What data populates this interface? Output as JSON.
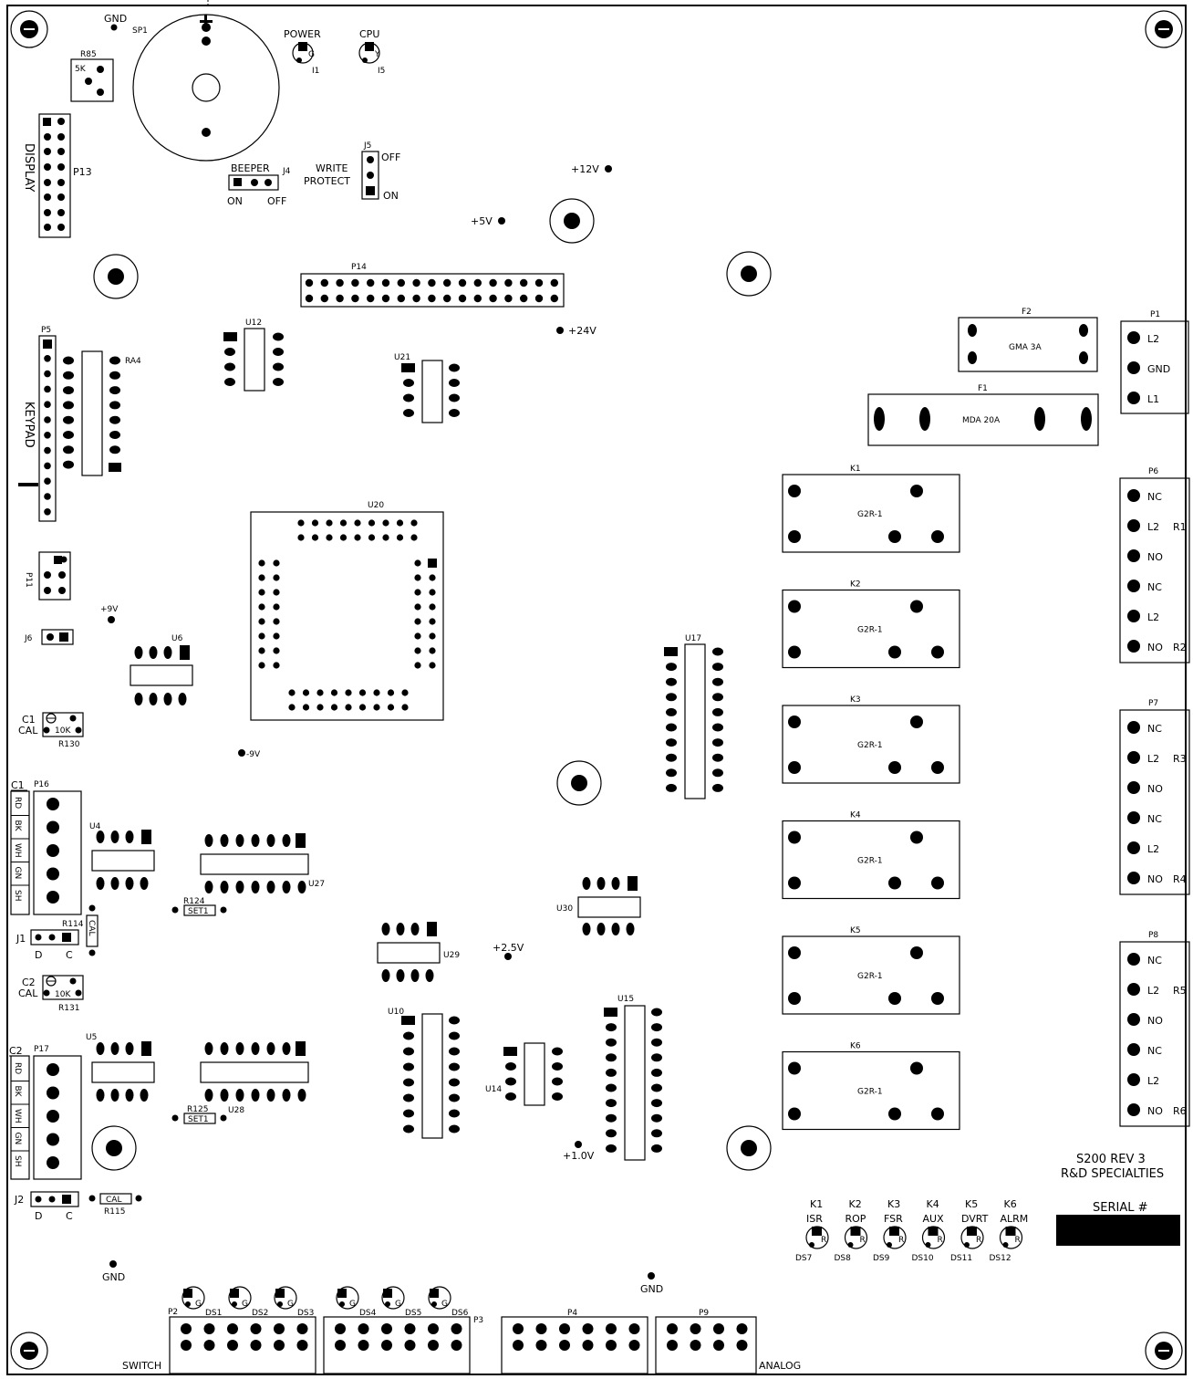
{
  "board": {
    "title_line1": "S200 REV 3",
    "title_line2": "R&D SPECIALTIES",
    "serial_label": "SERIAL #"
  },
  "top": {
    "gnd_top": "GND",
    "sp1": "SP1",
    "r85": "R85",
    "r85_val": "5K",
    "power": "POWER",
    "power_led": "G",
    "power_id": "I1",
    "cpu": "CPU",
    "cpu_led": "Y",
    "cpu_id": "I5",
    "display": "DISPLAY",
    "p13": "P13",
    "beeper": "BEEPER",
    "j4": "J4",
    "beeper_on": "ON",
    "beeper_off": "OFF",
    "write": "WRITE",
    "protect": "PROTECT",
    "j5": "J5",
    "j5_off": "OFF",
    "j5_on": "ON",
    "v12": "+12V",
    "v5": "+5V",
    "p14": "P14",
    "v24": "+24V"
  },
  "left": {
    "p5": "P5",
    "ra4": "RA4",
    "keypad": "KEYPAD",
    "u12": "U12",
    "u21": "U21",
    "p11": "P11",
    "v9p": "+9V",
    "j6": "J6",
    "u6": "U6",
    "c1": "C1",
    "cal": "CAL",
    "r130_val": "10K",
    "r130": "R130",
    "v9n": "-9V",
    "u20": "U20",
    "c1_hdr": "C1",
    "p16": "P16",
    "p16_pins": [
      "RD",
      "BK",
      "WH",
      "GN",
      "SH"
    ],
    "u4": "U4",
    "u27": "U27",
    "r124": "R124",
    "set1": "SET1",
    "j1": "J1",
    "r114": "R114",
    "cal_v": "CAL",
    "j1_d": "D",
    "j1_c": "C",
    "c2": "C2",
    "cal2": "CAL",
    "r131_val": "10K",
    "r131": "R131",
    "c2_hdr": "C2",
    "p17": "P17",
    "p17_pins": [
      "RD",
      "BK",
      "WH",
      "GN",
      "SH"
    ],
    "u5": "U5",
    "u28": "U28",
    "r125": "R125",
    "set1b": "SET1",
    "j2": "J2",
    "j2_cal": "CAL",
    "r115": "R115",
    "j2_d": "D",
    "j2_c": "C",
    "gnd_bl": "GND",
    "switch": "SWITCH"
  },
  "center": {
    "u29": "U29",
    "v25": "+2.5V",
    "u30": "U30",
    "u10": "U10",
    "u14": "U14",
    "u15": "U15",
    "v10": "+1.0V",
    "u17": "U17",
    "gnd_bc": "GND"
  },
  "right": {
    "f2": "F2",
    "f2_val": "GMA 3A",
    "f1": "F1",
    "f1_val": "MDA 20A",
    "p1": "P1",
    "p1_pins": [
      "L2",
      "GND",
      "L1"
    ],
    "relays": [
      {
        "id": "K1",
        "part": "G2R-1"
      },
      {
        "id": "K2",
        "part": "G2R-1"
      },
      {
        "id": "K3",
        "part": "G2R-1"
      },
      {
        "id": "K4",
        "part": "G2R-1"
      },
      {
        "id": "K5",
        "part": "G2R-1"
      },
      {
        "id": "K6",
        "part": "G2R-1"
      }
    ],
    "p6": "P6",
    "p6_pins": [
      "NC",
      "L2",
      "NO",
      "NC",
      "L2",
      "NO"
    ],
    "p6_r": [
      "R1",
      "R2"
    ],
    "p7": "P7",
    "p7_pins": [
      "NC",
      "L2",
      "NO",
      "NC",
      "L2",
      "NO"
    ],
    "p7_r": [
      "R3",
      "R4"
    ],
    "p8": "P8",
    "p8_pins": [
      "NC",
      "L2",
      "NO",
      "NC",
      "L2",
      "NO"
    ],
    "p8_r": [
      "R5",
      "R6"
    ]
  },
  "status_leds": [
    {
      "k": "K1",
      "name": "ISR",
      "ds": "DS7",
      "led": "R"
    },
    {
      "k": "K2",
      "name": "ROP",
      "ds": "DS8",
      "led": "R"
    },
    {
      "k": "K3",
      "name": "FSR",
      "ds": "DS9",
      "led": "R"
    },
    {
      "k": "K4",
      "name": "AUX",
      "ds": "DS10",
      "led": "R"
    },
    {
      "k": "K5",
      "name": "DVRT",
      "ds": "DS11",
      "led": "R"
    },
    {
      "k": "K6",
      "name": "ALRM",
      "ds": "DS12",
      "led": "R"
    }
  ],
  "bottom": {
    "p2": "P2",
    "p3": "P3",
    "p4": "P4",
    "p9": "P9",
    "analog": "ANALOG",
    "ds": [
      "DS1",
      "DS2",
      "DS3",
      "DS4",
      "DS5",
      "DS6"
    ],
    "ds_led": "G"
  }
}
